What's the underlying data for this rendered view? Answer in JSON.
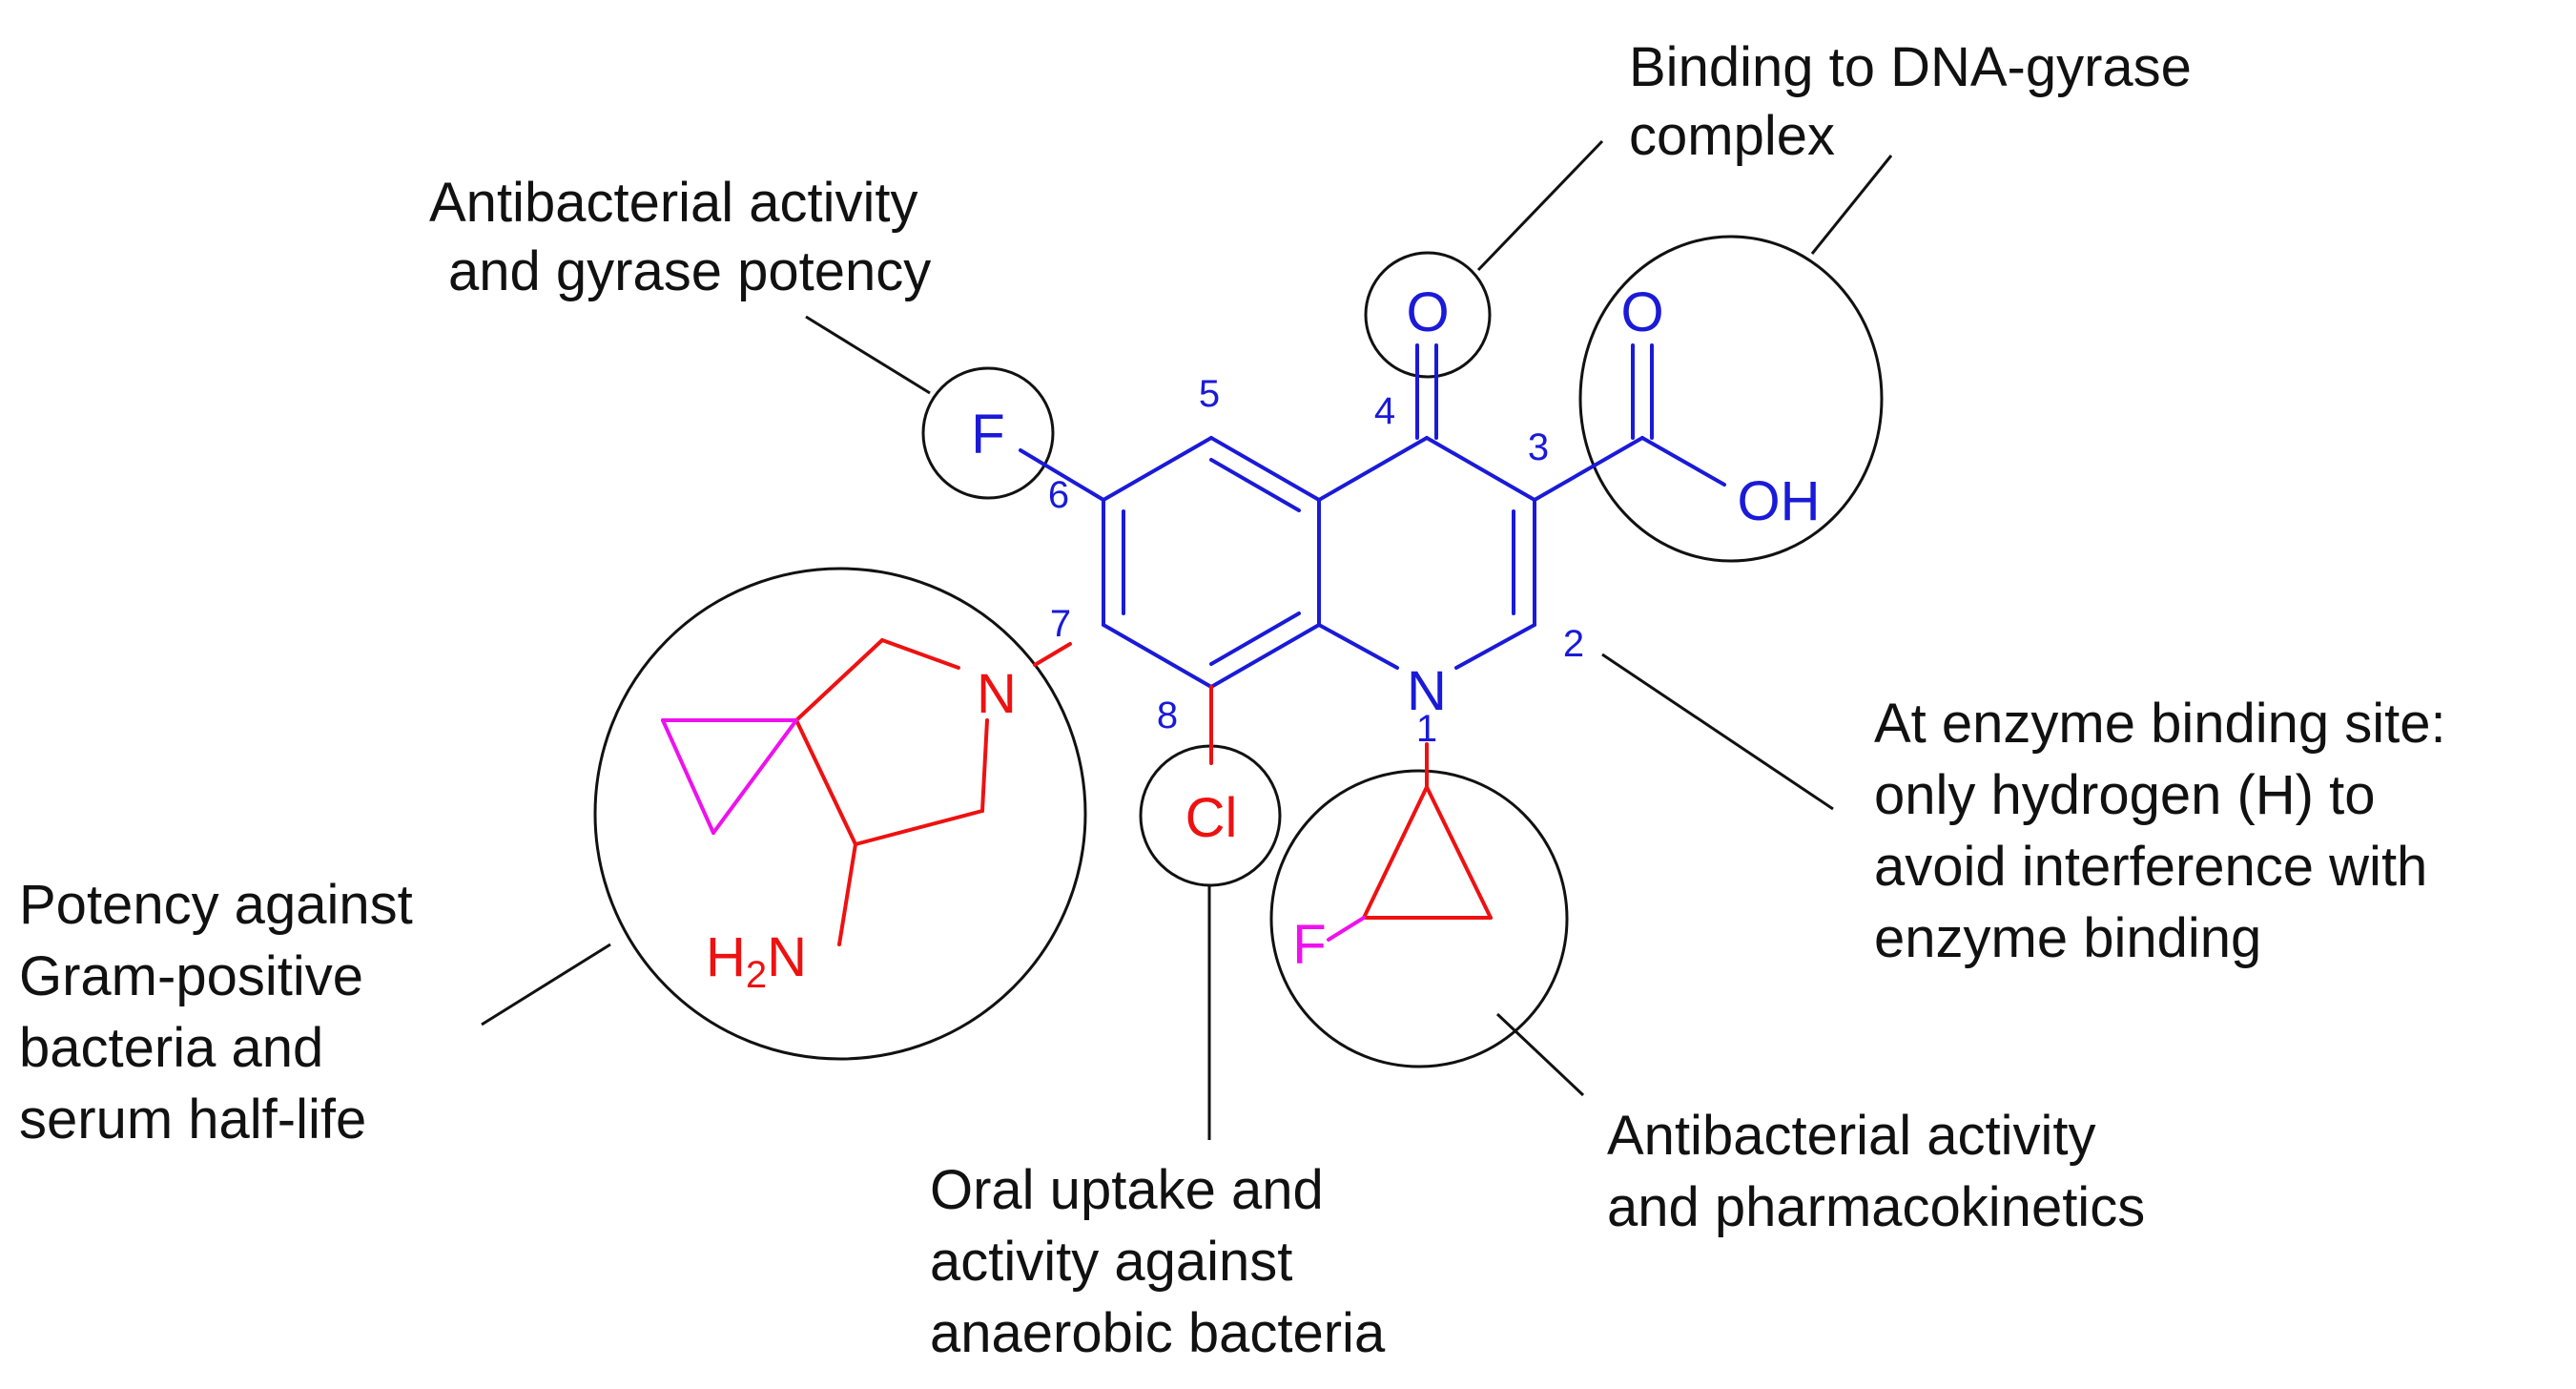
{
  "colors": {
    "core": "#1a1ad8",
    "substituent": "#ee1111",
    "accent": "#ee11ee",
    "text": "#111111",
    "line": "#111111"
  },
  "annotations": {
    "dna_gyrase": [
      "Binding to DNA-gyrase",
      "complex"
    ],
    "c6_fluorine": [
      "Antibacterial activity",
      "and gyrase potency"
    ],
    "c2_hydrogen": [
      "At enzyme binding site:",
      "only hydrogen (H) to",
      "avoid interference with",
      "enzyme binding"
    ],
    "c7_substituent": [
      "Potency against",
      "Gram-positive",
      "bacteria and",
      "serum half-life"
    ],
    "c8_chlorine": [
      "Oral uptake and",
      "activity against",
      "anaerobic bacteria"
    ],
    "n1_substituent": [
      "Antibacterial activity",
      "and pharmacokinetics"
    ]
  },
  "atoms": {
    "keto_oxygen": "O",
    "acid_oxygen": "O",
    "hydroxyl": "OH",
    "fluorine_c6": "F",
    "ring_nitrogen": "N",
    "amine_nitrogen": "N",
    "chlorine": "Cl",
    "fluorine_cyclopropyl": "F",
    "amine_h": "H",
    "amine_sub": "2",
    "amine_n": "N"
  },
  "position_numbers": {
    "p1": "1",
    "p2": "2",
    "p3": "3",
    "p4": "4",
    "p5": "5",
    "p6": "6",
    "p7": "7",
    "p8": "8"
  }
}
